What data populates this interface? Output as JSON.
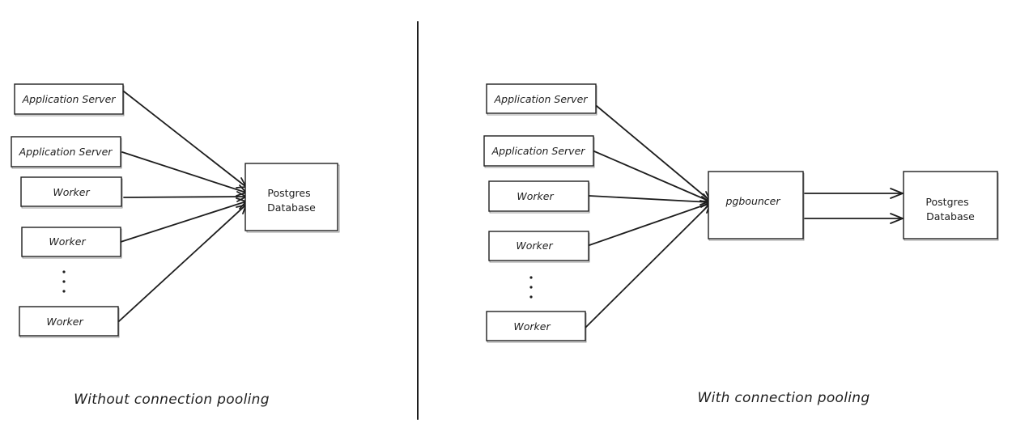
{
  "left_panel": {
    "caption": "Without connection pooling",
    "nodes": [
      {
        "id": "app1",
        "label": "Application Server"
      },
      {
        "id": "app2",
        "label": "Application Server"
      },
      {
        "id": "w1",
        "label": "Worker"
      },
      {
        "id": "w2",
        "label": "Worker"
      },
      {
        "id": "w3",
        "label": "Worker"
      },
      {
        "id": "db",
        "label": "Postgres Database",
        "lines": [
          "Postgres",
          "Database"
        ]
      }
    ],
    "edges": [
      {
        "from": "app1",
        "to": "db"
      },
      {
        "from": "app2",
        "to": "db"
      },
      {
        "from": "w1",
        "to": "db"
      },
      {
        "from": "w2",
        "to": "db"
      },
      {
        "from": "w3",
        "to": "db"
      }
    ]
  },
  "right_panel": {
    "caption": "With connection pooling",
    "nodes": [
      {
        "id": "app1",
        "label": "Application Server"
      },
      {
        "id": "app2",
        "label": "Application Server"
      },
      {
        "id": "w1",
        "label": "Worker"
      },
      {
        "id": "w2",
        "label": "Worker"
      },
      {
        "id": "w3",
        "label": "Worker"
      },
      {
        "id": "pgb",
        "label": "pgbouncer"
      },
      {
        "id": "db",
        "label": "Postgres Database",
        "lines": [
          "Postgres",
          "Database"
        ]
      }
    ],
    "edges": [
      {
        "from": "app1",
        "to": "pgb"
      },
      {
        "from": "app2",
        "to": "pgb"
      },
      {
        "from": "w1",
        "to": "pgb"
      },
      {
        "from": "w2",
        "to": "pgb"
      },
      {
        "from": "w3",
        "to": "pgb"
      },
      {
        "from": "pgb",
        "to": "db"
      },
      {
        "from": "pgb",
        "to": "db"
      }
    ]
  }
}
